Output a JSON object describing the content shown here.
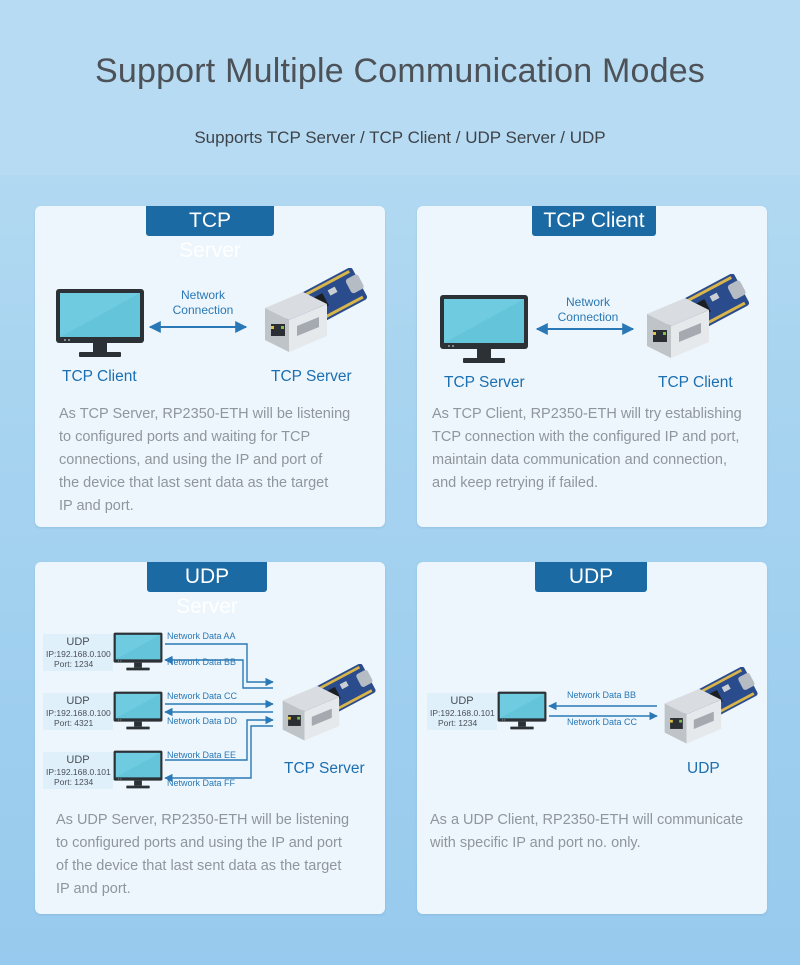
{
  "header": {
    "title": "Support Multiple Communication Modes",
    "subtitle": "Supports TCP Server / TCP Client / UDP Server / UDP"
  },
  "cards": {
    "tcp_server": {
      "tag": "TCP Server",
      "left_label": "TCP Client",
      "right_label": "TCP Server",
      "link_label_1": "Network",
      "link_label_2": "Connection",
      "desc_lines": [
        "As TCP Server, RP2350-ETH will be listening",
        "to configured ports and waiting for TCP",
        "connections, and using the IP and port of",
        "the device that last sent data as the target",
        "IP and port."
      ]
    },
    "tcp_client": {
      "tag": "TCP Client",
      "left_label": "TCP Server",
      "right_label": "TCP Client",
      "link_label_1": "Network",
      "link_label_2": "Connection",
      "desc_lines": [
        "As TCP Client, RP2350-ETH will try establishing",
        "TCP connection with the configured IP and port,",
        "maintain data communication and connection,",
        "and keep retrying if failed."
      ]
    },
    "udp_server": {
      "tag": "UDP Server",
      "right_label": "TCP Server",
      "clients": [
        {
          "title": "UDP",
          "ip": "IP:192.168.0.100",
          "port": "Port:  1234",
          "send": "Network Data AA",
          "recv": "Network Data BB"
        },
        {
          "title": "UDP",
          "ip": "IP:192.168.0.100",
          "port": "Port:  4321",
          "send": "Network Data CC",
          "recv": "Network Data DD"
        },
        {
          "title": "UDP",
          "ip": "IP:192.168.0.101",
          "port": "Port:  1234",
          "send": "Network Data EE",
          "recv": "Network Data FF"
        }
      ],
      "desc_lines": [
        "As UDP Server, RP2350-ETH will be listening",
        "to configured ports and using the IP and port",
        "of the device that last sent data as the target",
        "IP and port."
      ]
    },
    "udp": {
      "tag": "UDP",
      "right_label": "UDP",
      "client": {
        "title": "UDP",
        "ip": "IP:192.168.0.101",
        "port": "Port:  1234",
        "send": "Network Data BB",
        "recv": "Network Data CC"
      },
      "desc_lines": [
        "As a UDP Client, RP2350-ETH will communicate",
        "with specific IP and port no. only."
      ]
    }
  },
  "colors": {
    "accent": "#1b6aa3",
    "card_bg": "#edf6fc",
    "label_blue": "#1c6fb0",
    "monitor_screen": "#6fcbe0"
  }
}
